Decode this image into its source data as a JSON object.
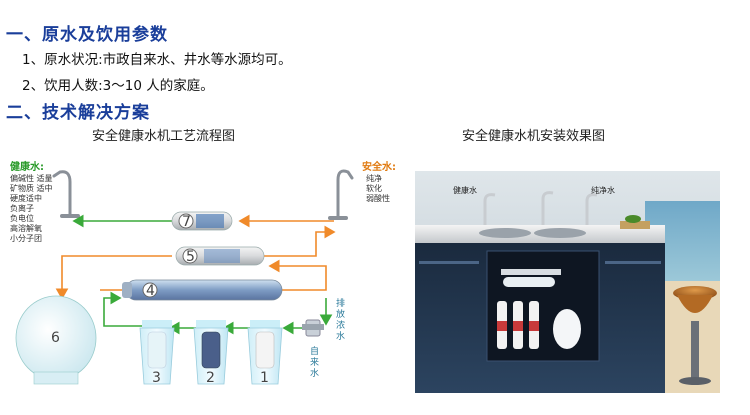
{
  "section1": {
    "heading": "一、原水及饮用参数",
    "items": [
      "1、原水状况:市政自来水、井水等水源均可。",
      "2、饮用人数:3～10 人的家庭。"
    ]
  },
  "section2": {
    "heading": "二、技术解决方案"
  },
  "left_caption": "安全健康水机工艺流程图",
  "right_caption": "安全健康水机安装效果图",
  "diagram": {
    "healthy_water_title": "健康水:",
    "healthy_water_desc": [
      "偏碱性  适量",
      "矿物质  适中",
      "硬度适中",
      "负离子",
      "负电位",
      "高溶解氧",
      "小分子团"
    ],
    "safe_water_title": "安全水:",
    "safe_water_desc": [
      "纯净",
      "软化",
      "弱酸性"
    ],
    "drain_label": [
      "排",
      "放",
      "浓",
      "水"
    ],
    "tap_water_label": [
      "自",
      "来",
      "水"
    ],
    "stages": [
      "7",
      "5",
      "4",
      "6",
      "3",
      "2",
      "1"
    ]
  },
  "photo": {
    "healthy_water_label": "健康水",
    "pure_water_label": "纯净水"
  },
  "colors": {
    "heading": "#1a3e9a",
    "arrow_orange": "#f08a2a",
    "arrow_green": "#3aaa3a",
    "healthy_label": "#2a9a2a",
    "safe_label": "#e07a10"
  }
}
